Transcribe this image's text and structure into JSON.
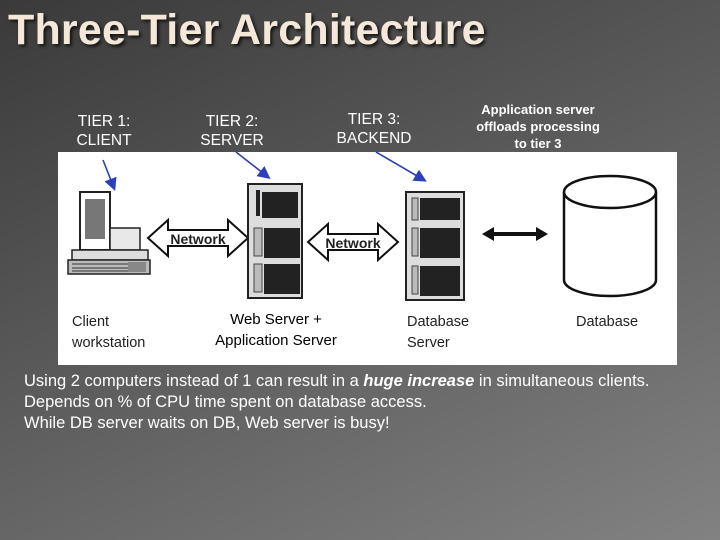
{
  "title": "Three-Tier Architecture",
  "tiers": {
    "tier1": [
      "TIER 1:",
      "CLIENT"
    ],
    "tier2": [
      "TIER 2:",
      "SERVER"
    ],
    "tier3": [
      "TIER 3:",
      "BACKEND"
    ]
  },
  "note": [
    "Application server",
    "offloads processing",
    "to tier 3"
  ],
  "diagram": {
    "network_left": "Network",
    "network_right": "Network",
    "client": [
      "Client",
      "workstation"
    ],
    "web_server": [
      "Web Server +",
      "Application Server"
    ],
    "db_server": [
      "Database",
      "Server"
    ],
    "database": "Database"
  },
  "body": {
    "line1_pre": "Using 2 computers instead of 1 can result in a ",
    "line1_emph": "huge increase",
    "line1_post": " in simultaneous clients.",
    "line2": "Depends on % of CPU time spent on database access.",
    "line3": "While DB server waits on DB, Web server is busy!"
  },
  "colors": {
    "title": "#f4e8d8",
    "arrow": "#2b3fbf"
  }
}
